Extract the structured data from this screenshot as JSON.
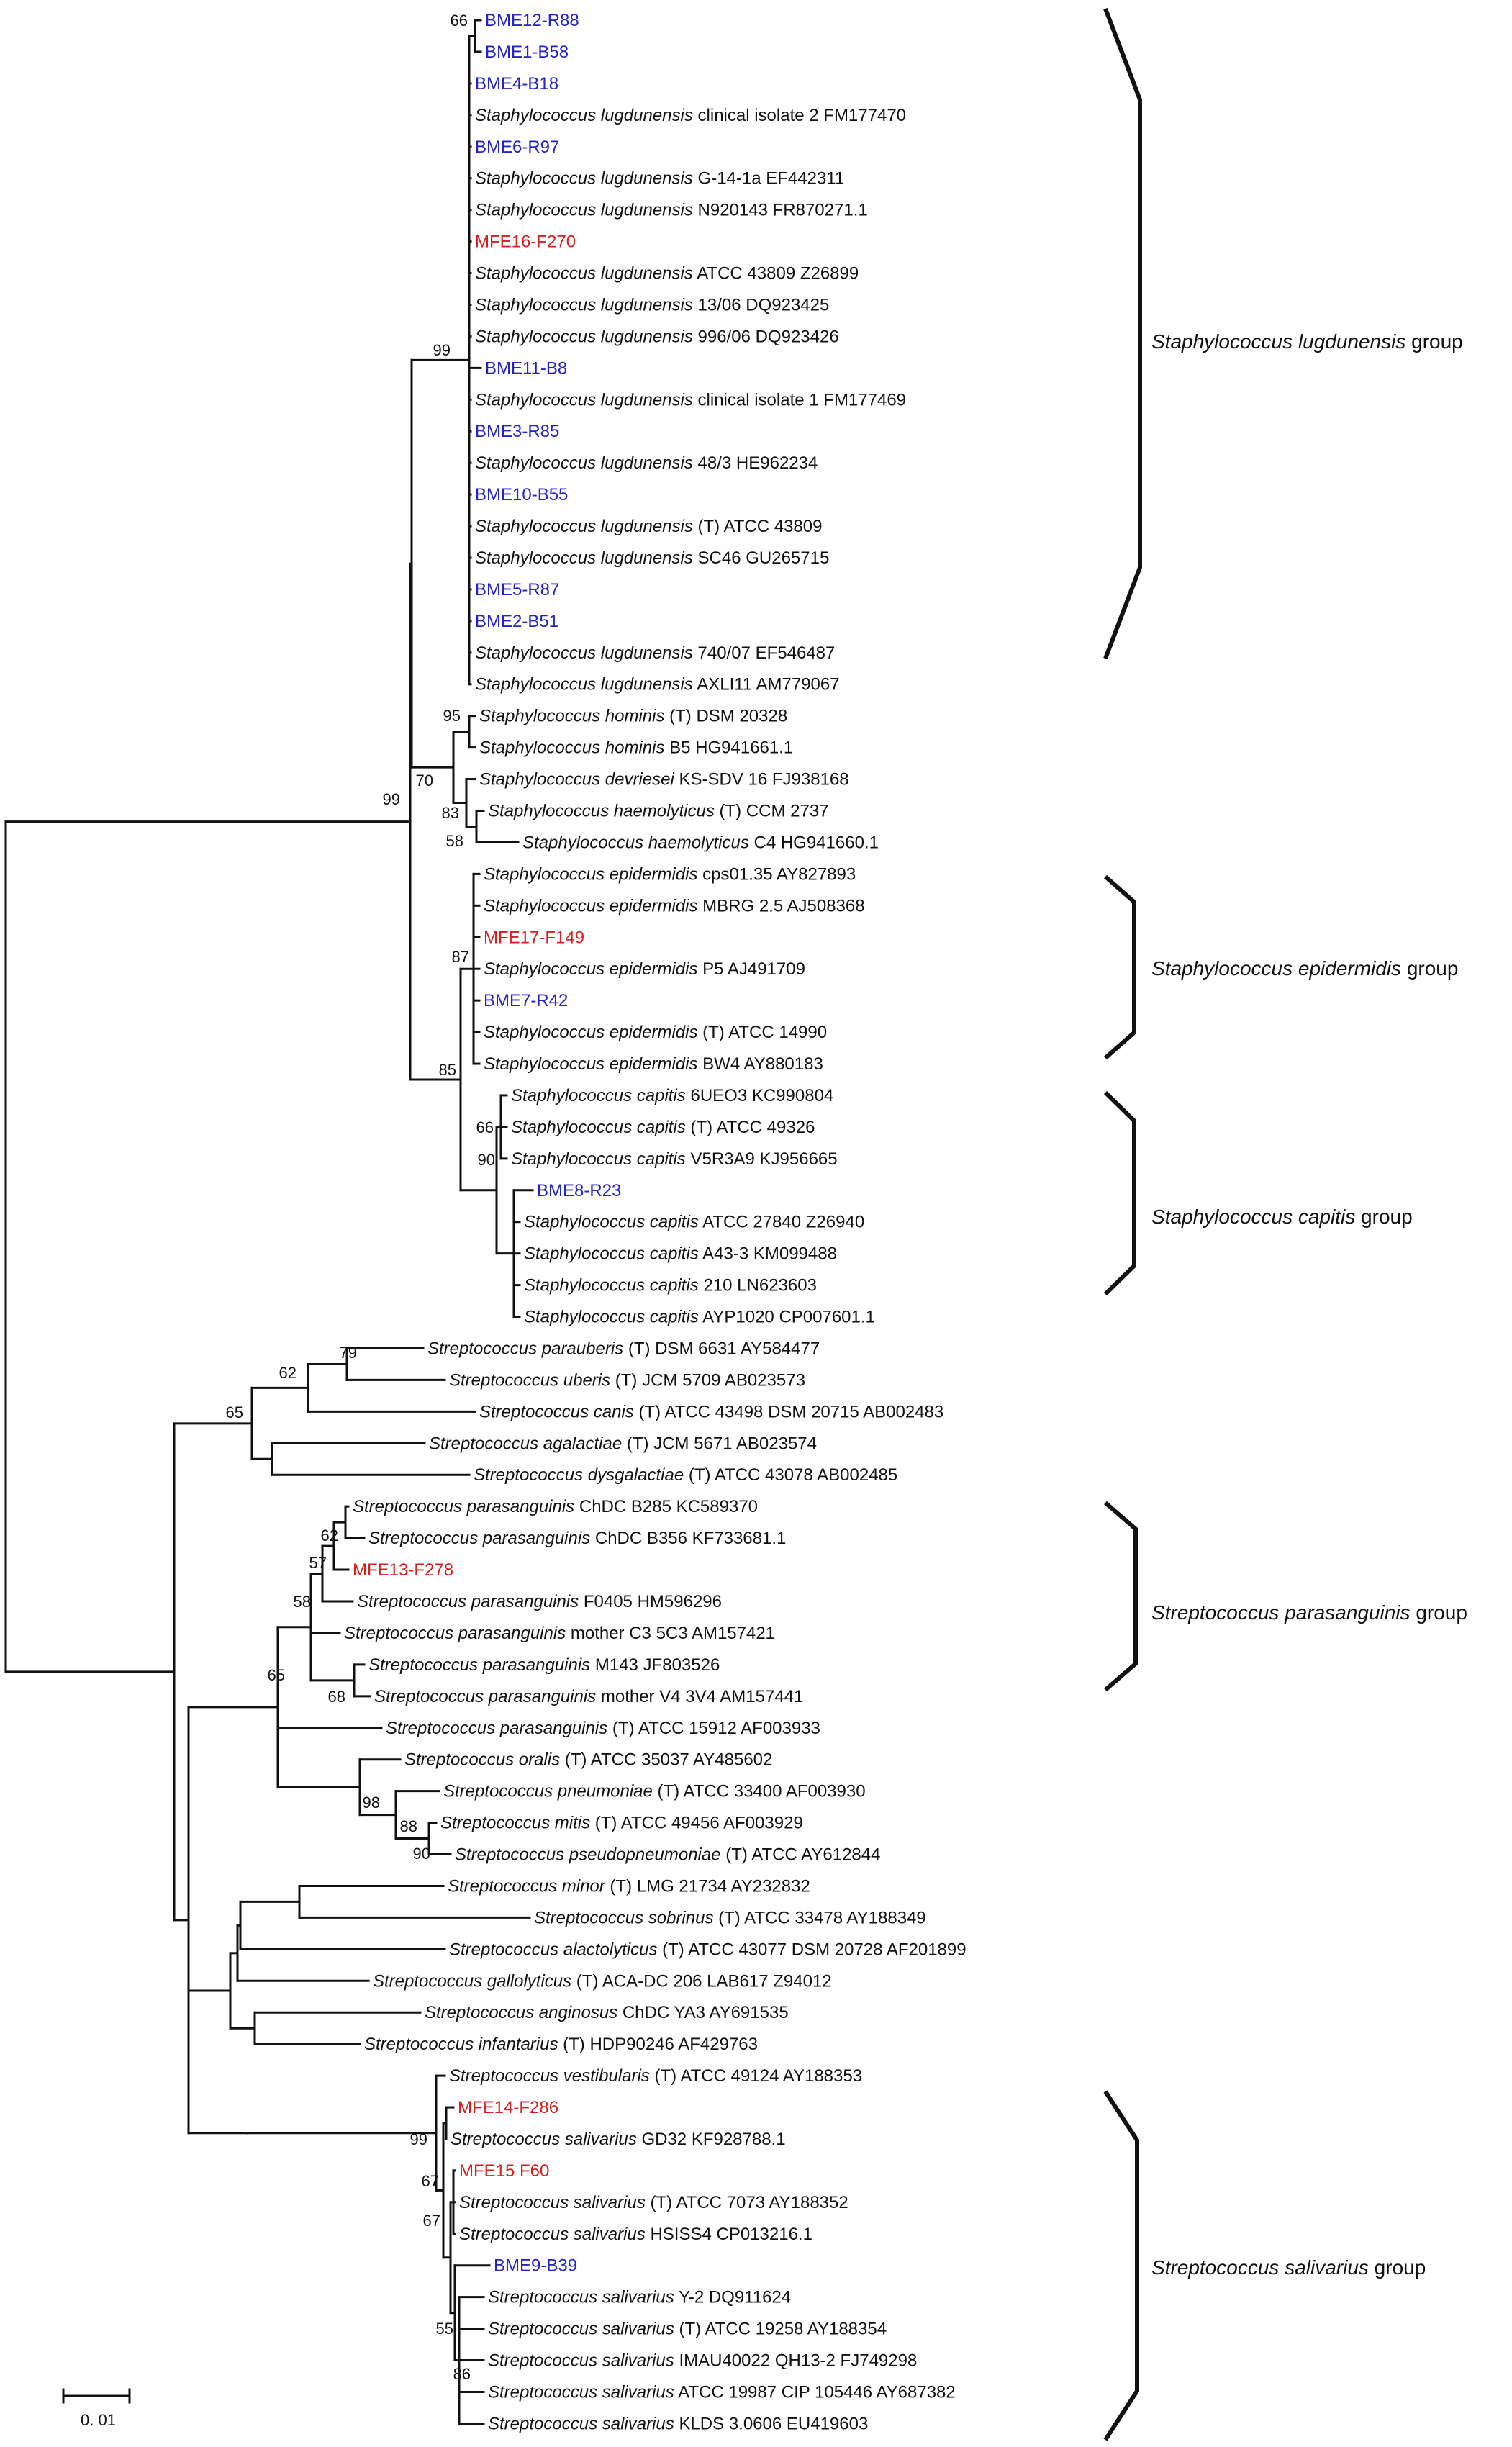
{
  "leaves": [
    {
      "id": "l1",
      "label": "BME12-R88",
      "color": "#2323c8"
    },
    {
      "id": "l2",
      "label": "BME1-B58",
      "color": "#2323c8"
    },
    {
      "id": "l3",
      "label": "BME4-B18",
      "color": "#2323c8"
    },
    {
      "id": "l4",
      "sp": "Staphylococcus lugdunensis",
      "rest": " clinical isolate 2 FM177470"
    },
    {
      "id": "l5",
      "label": "BME6-R97",
      "color": "#2323c8"
    },
    {
      "id": "l6",
      "sp": "Staphylococcus lugdunensis",
      "rest": " G-14-1a EF442311"
    },
    {
      "id": "l7",
      "sp": "Staphylococcus lugdunensis",
      "rest": " N920143 FR870271.1"
    },
    {
      "id": "l8",
      "label": "MFE16-F270",
      "color": "#d42020"
    },
    {
      "id": "l9",
      "sp": "Staphylococcus lugdunensis",
      "rest": " ATCC 43809 Z26899"
    },
    {
      "id": "l10",
      "sp": "Staphylococcus lugdunensis",
      "rest": " 13/06 DQ923425"
    },
    {
      "id": "l11",
      "sp": "Staphylococcus lugdunensis",
      "rest": " 996/06 DQ923426"
    },
    {
      "id": "l12",
      "label": "BME11-B8",
      "color": "#2323c8"
    },
    {
      "id": "l13",
      "sp": "Staphylococcus lugdunensis",
      "rest": " clinical isolate 1 FM177469"
    },
    {
      "id": "l14",
      "label": "BME3-R85",
      "color": "#2323c8"
    },
    {
      "id": "l15",
      "sp": "Staphylococcus lugdunensis",
      "rest": " 48/3 HE962234"
    },
    {
      "id": "l16",
      "label": "BME10-B55",
      "color": "#2323c8"
    },
    {
      "id": "l17",
      "sp": "Staphylococcus lugdunensis",
      "rest": " (T) ATCC 43809"
    },
    {
      "id": "l18",
      "sp": "Staphylococcus lugdunensis",
      "rest": " SC46 GU265715"
    },
    {
      "id": "l19",
      "label": "BME5-R87",
      "color": "#2323c8"
    },
    {
      "id": "l20",
      "label": "BME2-B51",
      "color": "#2323c8"
    },
    {
      "id": "l21",
      "sp": "Staphylococcus lugdunensis",
      "rest": " 740/07 EF546487"
    },
    {
      "id": "l22",
      "sp": "Staphylococcus lugdunensis",
      "rest": " AXLI11 AM779067"
    },
    {
      "id": "l23",
      "sp": "Staphylococcus hominis",
      "rest": " (T) DSM 20328"
    },
    {
      "id": "l24",
      "sp": "Staphylococcus hominis",
      "rest": " B5 HG941661.1"
    },
    {
      "id": "l25",
      "sp": "Staphylococcus devriesei",
      "rest": " KS-SDV 16 FJ938168"
    },
    {
      "id": "l26",
      "sp": "Staphylococcus haemolyticus",
      "rest": " (T) CCM 2737"
    },
    {
      "id": "l27",
      "sp": "Staphylococcus haemolyticus",
      "rest": " C4 HG941660.1"
    },
    {
      "id": "l28",
      "sp": "Staphylococcus epidermidis",
      "rest": " cps01.35 AY827893"
    },
    {
      "id": "l29",
      "sp": "Staphylococcus epidermidis",
      "rest": " MBRG 2.5 AJ508368"
    },
    {
      "id": "l30",
      "label": "MFE17-F149",
      "color": "#d42020"
    },
    {
      "id": "l31",
      "sp": "Staphylococcus epidermidis",
      "rest": " P5 AJ491709"
    },
    {
      "id": "l32",
      "label": "BME7-R42",
      "color": "#2323c8"
    },
    {
      "id": "l33",
      "sp": "Staphylococcus epidermidis",
      "rest": " (T) ATCC 14990"
    },
    {
      "id": "l34",
      "sp": "Staphylococcus epidermidis",
      "rest": " BW4 AY880183"
    },
    {
      "id": "l35",
      "sp": "Staphylococcus capitis",
      "rest": " 6UEO3 KC990804"
    },
    {
      "id": "l36",
      "sp": "Staphylococcus capitis",
      "rest": " (T) ATCC 49326"
    },
    {
      "id": "l37",
      "sp": "Staphylococcus capitis",
      "rest": " V5R3A9 KJ956665"
    },
    {
      "id": "l38",
      "label": "BME8-R23",
      "color": "#2323c8"
    },
    {
      "id": "l39",
      "sp": "Staphylococcus capitis",
      "rest": " ATCC 27840 Z26940"
    },
    {
      "id": "l40",
      "sp": "Staphylococcus capitis",
      "rest": " A43-3 KM099488"
    },
    {
      "id": "l41",
      "sp": "Staphylococcus capitis",
      "rest": " 210 LN623603"
    },
    {
      "id": "l42",
      "sp": "Staphylococcus capitis",
      "rest": " AYP1020 CP007601.1"
    },
    {
      "id": "l43",
      "sp": "Streptococcus parauberis",
      "rest": " (T) DSM 6631 AY584477"
    },
    {
      "id": "l44",
      "sp": "Streptococcus uberis",
      "rest": " (T) JCM 5709 AB023573"
    },
    {
      "id": "l45",
      "sp": "Streptococcus canis",
      "rest": " (T) ATCC 43498 DSM 20715 AB002483"
    },
    {
      "id": "l46",
      "sp": "Streptococcus agalactiae",
      "rest": " (T) JCM 5671 AB023574"
    },
    {
      "id": "l47",
      "sp": "Streptococcus dysgalactiae",
      "rest": " (T) ATCC 43078 AB002485"
    },
    {
      "id": "l48",
      "sp": "Streptococcus parasanguinis",
      "rest": " ChDC B285 KC589370"
    },
    {
      "id": "l49",
      "sp": "Streptococcus parasanguinis",
      "rest": " ChDC B356 KF733681.1"
    },
    {
      "id": "l50",
      "label": "MFE13-F278",
      "color": "#d42020"
    },
    {
      "id": "l51",
      "sp": "Streptococcus parasanguinis",
      "rest": " F0405 HM596296"
    },
    {
      "id": "l52",
      "sp": "Streptococcus parasanguinis",
      "rest": " mother C3 5C3 AM157421"
    },
    {
      "id": "l53",
      "sp": "Streptococcus parasanguinis",
      "rest": " M143 JF803526"
    },
    {
      "id": "l54",
      "sp": "Streptococcus parasanguinis",
      "rest": " mother V4 3V4 AM157441"
    },
    {
      "id": "l55",
      "sp": "Streptococcus parasanguinis",
      "rest": " (T) ATCC 15912 AF003933"
    },
    {
      "id": "l56",
      "sp": "Streptococcus oralis",
      "rest": " (T) ATCC 35037 AY485602"
    },
    {
      "id": "l57",
      "sp": "Streptococcus pneumoniae",
      "rest": " (T) ATCC 33400 AF003930"
    },
    {
      "id": "l58",
      "sp": "Streptococcus mitis",
      "rest": " (T) ATCC 49456 AF003929"
    },
    {
      "id": "l59",
      "sp": "Streptococcus pseudopneumoniae",
      "rest": " (T) ATCC AY612844"
    },
    {
      "id": "l60",
      "sp": "Streptococcus minor",
      "rest": " (T) LMG 21734 AY232832"
    },
    {
      "id": "l61",
      "sp": "Streptococcus sobrinus",
      "rest": " (T) ATCC 33478 AY188349"
    },
    {
      "id": "l62",
      "sp": "Streptococcus alactolyticus",
      "rest": " (T) ATCC 43077 DSM 20728 AF201899"
    },
    {
      "id": "l63",
      "sp": "Streptococcus gallolyticus",
      "rest": " (T) ACA-DC 206 LAB617 Z94012"
    },
    {
      "id": "l64",
      "sp": "Streptococcus anginosus",
      "rest": " ChDC YA3 AY691535"
    },
    {
      "id": "l65",
      "sp": "Streptococcus infantarius",
      "rest": " (T) HDP90246 AF429763"
    },
    {
      "id": "l66",
      "sp": "Streptococcus vestibularis",
      "rest": " (T) ATCC 49124 AY188353"
    },
    {
      "id": "l67",
      "label": "MFE14-F286",
      "color": "#d42020"
    },
    {
      "id": "l68",
      "sp": "Streptococcus salivarius",
      "rest": " GD32 KF928788.1"
    },
    {
      "id": "l69",
      "label": "MFE15 F60",
      "color": "#d42020"
    },
    {
      "id": "l70",
      "sp": "Streptococcus salivarius",
      "rest": " (T) ATCC 7073 AY188352"
    },
    {
      "id": "l71",
      "sp": "Streptococcus salivarius",
      "rest": " HSISS4 CP013216.1"
    },
    {
      "id": "l72",
      "label": "BME9-B39",
      "color": "#2323c8"
    },
    {
      "id": "l73",
      "sp": "Streptococcus salivarius",
      "rest": " Y-2 DQ911624"
    },
    {
      "id": "l74",
      "sp": "Streptococcus salivarius",
      "rest": " (T) ATCC 19258 AY188354"
    },
    {
      "id": "l75",
      "sp": "Streptococcus salivarius",
      "rest": " IMAU40022 QH13-2 FJ749298"
    },
    {
      "id": "l76",
      "sp": "Streptococcus salivarius",
      "rest": " ATCC 19987 CIP 105446 AY687382"
    },
    {
      "id": "l77",
      "sp": "Streptococcus salivarius",
      "rest": " KLDS 3.0606 EU419603"
    }
  ],
  "bootstrap": [
    "66",
    "99",
    "95",
    "70",
    "99",
    "83",
    "58",
    "87",
    "85",
    "66",
    "90",
    "79",
    "62",
    "65",
    "62",
    "57",
    "58",
    "65",
    "68",
    "98",
    "88",
    "90",
    "99",
    "67",
    "67",
    "55",
    "86"
  ],
  "groups": [
    {
      "sp": "Staphylococcus lugdunensis",
      "rest": " group"
    },
    {
      "sp": "Staphylococcus epidermidis",
      "rest": " group"
    },
    {
      "sp": "Staphylococcus capitis",
      "rest": " group"
    },
    {
      "sp": "Streptococcus parasanguinis",
      "rest": " group"
    },
    {
      "sp": "Streptococcus salivarius",
      "rest": " group"
    }
  ],
  "scale_label": "0. 01",
  "colors": {
    "bme": "#2323c8",
    "mfe": "#d42020",
    "text": "#111111"
  }
}
